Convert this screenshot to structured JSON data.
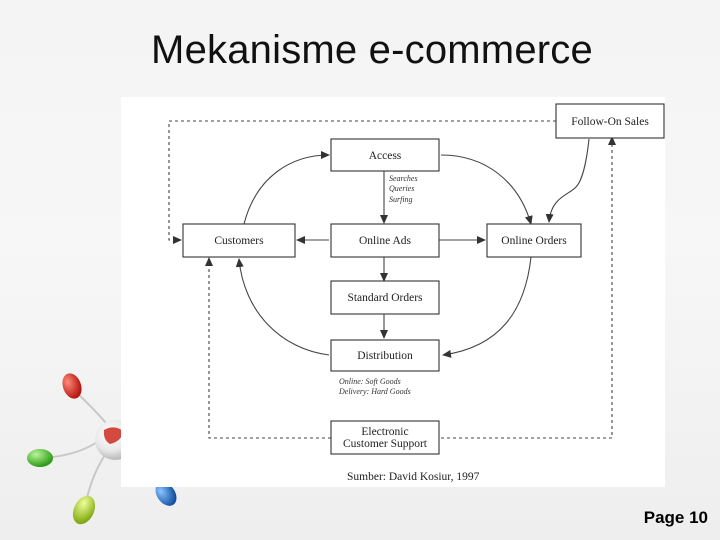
{
  "slide": {
    "title": "Mekanisme e-commerce",
    "page_label": "Page 10"
  },
  "diagram": {
    "nodes": {
      "follow_on_sales": "Follow-On Sales",
      "access": "Access",
      "customers": "Customers",
      "online_ads": "Online Ads",
      "online_orders": "Online Orders",
      "standard_orders": "Standard Orders",
      "distribution": "Distribution",
      "support_line1": "Electronic",
      "support_line2": "Customer Support"
    },
    "notes": {
      "access_line1": "Searches",
      "access_line2": "Queries",
      "access_line3": "Surfing",
      "distribution_line1": "Online: Soft Goods",
      "distribution_line2": "Delivery: Hard Goods"
    },
    "source": "Sumber: David Kosiur, 1997"
  },
  "decoration": {
    "figures": "colored-mouse-figures",
    "colors": [
      "#d9261c",
      "#3fbf1f",
      "#9fd21e",
      "#1f6fc9"
    ]
  }
}
